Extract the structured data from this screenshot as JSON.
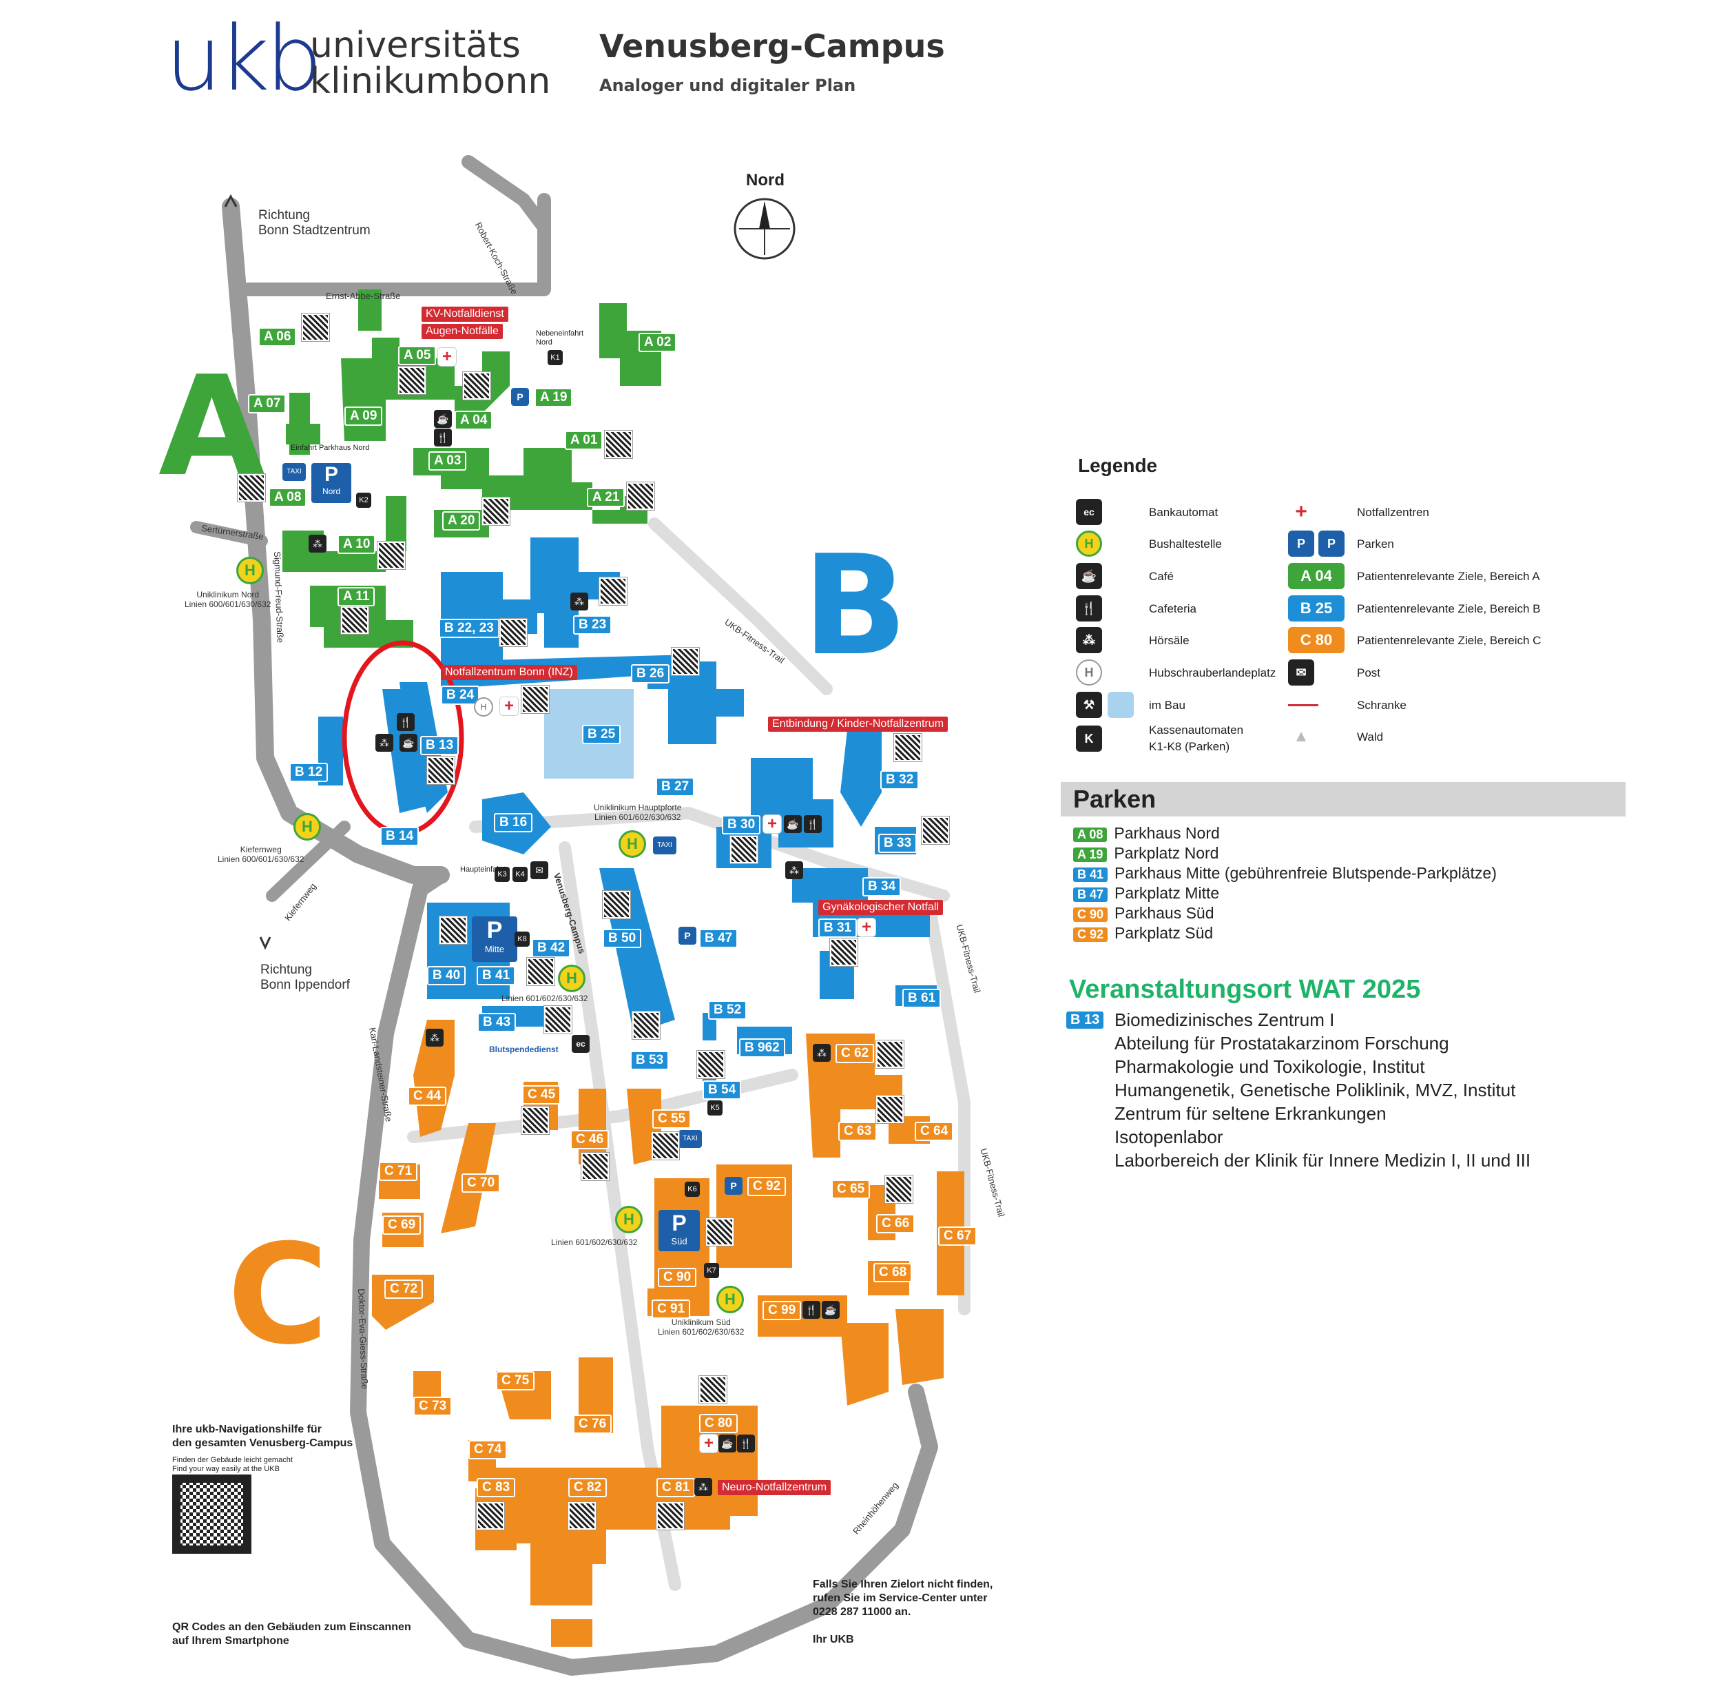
{
  "header": {
    "logo_mark": "ukb",
    "logo_line1": "universitäts",
    "logo_line2": "klinikumbonn",
    "title": "Venusberg-Campus",
    "subtitle": "Analoger und digitaler Plan"
  },
  "compass": "Nord",
  "areas": {
    "a": "A",
    "b": "B",
    "c": "C"
  },
  "colors": {
    "area_a": "#3da53a",
    "area_b": "#1e8fd6",
    "area_c": "#f08c1e",
    "emergency": "#d42b32",
    "road": "#9a9a9a",
    "highlight_ring": "#e3161d"
  },
  "streets": {
    "ernst_abbe": "Ernst-Abbe-Straße",
    "robert_koch": "Robert-Koch-Straße",
    "sertuerner": "Sertürnerstraße",
    "sigmund_freud": "Sigmund-Freud-Straße",
    "kiefernweg": "Kiefernweg",
    "karl_landsteiner": "Karl-Landsteiner-Straße",
    "doktor_eva_giess": "Doktor-Eva-Giess-Straße",
    "venusberg_campus": "Venusberg-Campus",
    "rheinhoehenweg": "Rheinhöhenweg",
    "fitness_trail": "UKB-Fitness-Trail"
  },
  "directions": {
    "north": "Richtung\nBonn Stadtzentrum",
    "south": "Richtung\nBonn Ippendorf"
  },
  "map_labels": {
    "nebeneinfahrt": "Nebeneinfahrt Nord",
    "einfahrt_parkhaus_nord": "Einfahrt Parkhaus Nord",
    "haupteinfahrt": "Haupteinfahrt",
    "blutspendedienst": "Blutspendedienst",
    "taxi": "TAXI",
    "parkhaus_nord": "Nord",
    "parkhaus_mitte": "Mitte",
    "parkhaus_sued": "Süd"
  },
  "bus_stops": {
    "nord": "Uniklinikum Nord\nLinien 600/601/630/632",
    "kiefernweg": "Kiefernweg\nLinien 600/601/630/632",
    "hauptpforte": "Uniklinikum Hauptpforte\nLinien 601/602/630/632",
    "mitte": "Linien 601/602/630/632",
    "sued_mid": "Linien 601/602/630/632",
    "sued": "Uniklinikum Süd\nLinien 601/602/630/632"
  },
  "emergencies": {
    "kv": "KV-Notfalldienst",
    "augen": "Augen-Notfälle",
    "inz": "Notfallzentrum Bonn (INZ)",
    "kinder": "Entbindung / Kinder-Notfallzentrum",
    "gyn": "Gynäkologischer Notfall",
    "neuro": "Neuro-Notfallzentrum"
  },
  "buildings_a": [
    "A 06",
    "A 05",
    "A 02",
    "A 07",
    "A 09",
    "A 04",
    "A 19",
    "A 01",
    "A 03",
    "A 08",
    "A 21",
    "A 20",
    "A 10",
    "A 11"
  ],
  "buildings_b": [
    "B 22, 23",
    "B 23",
    "B 26",
    "B 24",
    "B 25",
    "B 13",
    "B 12",
    "B 14",
    "B 16",
    "B 27",
    "B 30",
    "B 32",
    "B 33",
    "B 34",
    "B 31",
    "B 42",
    "B 40",
    "B 41",
    "B 50",
    "B 47",
    "B 43",
    "B 52",
    "B 962",
    "B 53",
    "B 54",
    "B 61"
  ],
  "buildings_c": [
    "C 44",
    "C 45",
    "C 62",
    "C 55",
    "C 46",
    "C 63",
    "C 64",
    "C 71",
    "C 70",
    "C 65",
    "C 92",
    "C 69",
    "C 66",
    "C 67",
    "C 90",
    "C 68",
    "C 72",
    "C 91",
    "C 99",
    "C 75",
    "C 73",
    "C 76",
    "C 80",
    "C 74",
    "C 83",
    "C 82",
    "C 81"
  ],
  "kassen": [
    "K1",
    "K2",
    "K3",
    "K4",
    "K5",
    "K6",
    "K7",
    "K8"
  ],
  "legend": {
    "title": "Legende",
    "items": [
      {
        "icon": "ec-icon",
        "label": "Bankautomat"
      },
      {
        "icon": "bus-stop-icon",
        "label": "Bushaltestelle"
      },
      {
        "icon": "cafe-icon",
        "label": "Café"
      },
      {
        "icon": "cafeteria-icon",
        "label": "Cafeteria"
      },
      {
        "icon": "lecture-hall-icon",
        "label": "Hörsäle"
      },
      {
        "icon": "helipad-icon",
        "label": "Hubschrauberlandeplatz"
      },
      {
        "icon": "construction-icon",
        "label": "im Bau"
      },
      {
        "icon": "cashier-icon",
        "label": "Kassenautomaten\nK1-K8 (Parken)"
      },
      {
        "icon": "emergency-icon",
        "label": "Notfallzentren"
      },
      {
        "icon": "parking-icon",
        "label": "Parken"
      },
      {
        "badge": "A 04",
        "label": "Patientenrelevante Ziele, Bereich A"
      },
      {
        "badge": "B 25",
        "label": "Patientenrelevante Ziele, Bereich B"
      },
      {
        "badge": "C 80",
        "label": "Patientenrelevante Ziele, Bereich C"
      },
      {
        "icon": "post-icon",
        "label": "Post"
      },
      {
        "icon": "barrier-icon",
        "label": "Schranke"
      },
      {
        "icon": "forest-icon",
        "label": "Wald"
      }
    ]
  },
  "parken": {
    "title": "Parken",
    "rows": [
      {
        "badge": "A 08",
        "label": "Parkhaus Nord"
      },
      {
        "badge": "A 19",
        "label": "Parkplatz Nord"
      },
      {
        "badge": "B 41",
        "label": "Parkhaus Mitte (gebührenfreie Blutspende-Parkplätze)"
      },
      {
        "badge": "B 47",
        "label": "Parkplatz Mitte"
      },
      {
        "badge": "C 90",
        "label": "Parkhaus Süd"
      },
      {
        "badge": "C 92",
        "label": "Parkplatz Süd"
      }
    ]
  },
  "event": {
    "title": "Veranstaltungsort WAT 2025",
    "badge": "B 13",
    "lines": [
      "Biomedizinisches Zentrum I",
      "Abteilung für Prostatakarzinom Forschung",
      "Pharmakologie und Toxikologie, Institut",
      "Humangenetik, Genetische Poliklinik, MVZ, Institut",
      "Zentrum für seltene Erkrankungen",
      "Isotopenlabor",
      "Laborbereich der Klinik für Innere Medizin I, II und III"
    ]
  },
  "footer": {
    "nav_help": "Ihre ukb-Navigationshilfe für\nden gesamten Venusberg-Campus",
    "nav_small": "Finden der Gebäude leicht gemacht\nFind your way easily at the UKB",
    "qr_note": "QR Codes an den Gebäuden zum Einscannen\nauf Ihrem Smartphone",
    "service": "Falls Sie Ihren Zielort nicht finden,\nrufen Sie im Service-Center unter\n0228 287 11000 an.",
    "sign": "Ihr UKB"
  }
}
